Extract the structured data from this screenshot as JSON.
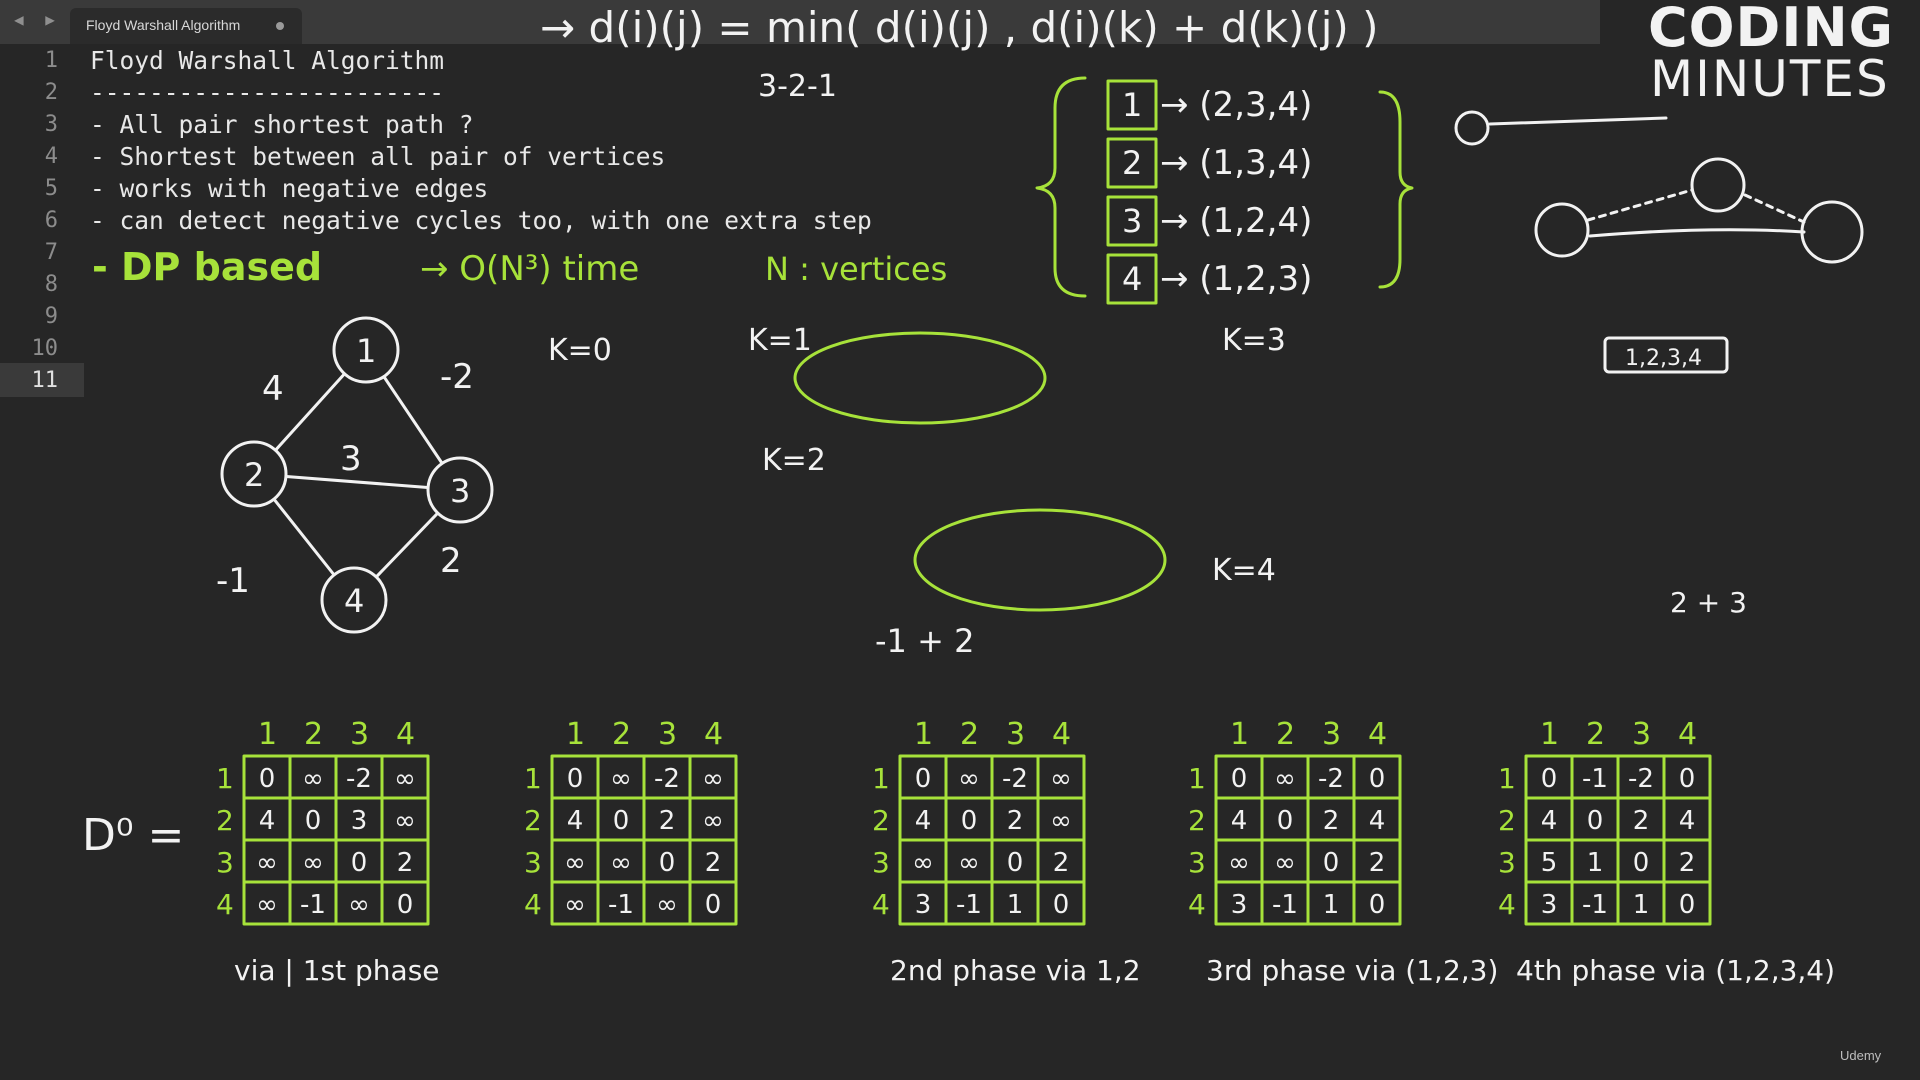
{
  "window": {
    "tab_title": "Floyd Warshall Algorithm",
    "nav": "◀ ▶"
  },
  "editor": {
    "line_numbers": [
      "1",
      "2",
      "3",
      "4",
      "5",
      "6",
      "7",
      "8",
      "9",
      "10",
      "11"
    ],
    "lines": [
      "Floyd Warshall Algorithm",
      "------------------------",
      "- All pair shortest path ?",
      "- Shortest between all pair of vertices",
      "- works with negative edges",
      "- can detect negative cycles too, with one extra step",
      "",
      "",
      "",
      "",
      ""
    ],
    "active_line": "11"
  },
  "logo": {
    "line1": "CODING",
    "line2": "MINUTES"
  },
  "watermark": "Udemy",
  "annotations": {
    "formula": "→ d(i)(j) = min( d(i)(j) , d(i)(k) + d(k)(j) )",
    "path_example": "3-2-1",
    "dp": "- DP based",
    "complexity": "→ O(N³) time",
    "n_def": "N : vertices",
    "reach": [
      {
        "node": "1",
        "others": "→ (2,3,4)"
      },
      {
        "node": "2",
        "others": "→ (1,3,4)"
      },
      {
        "node": "3",
        "others": "→ (1,2,4)"
      },
      {
        "node": "4",
        "others": "→ (1,2,3)"
      }
    ],
    "via": "1,2,3,4",
    "k_labels": [
      "K=0",
      "K=1",
      "K=2",
      "K=3",
      "K=4"
    ],
    "sum_a": "-1 + 2",
    "sum_b": "2 + 3"
  },
  "graph": {
    "nodes": [
      "1",
      "2",
      "3",
      "4"
    ],
    "edge_weights": [
      "4",
      "-2",
      "3",
      "2",
      "-1"
    ]
  },
  "matrices": {
    "d0_label": "D⁰ =",
    "col_headers": [
      "1",
      "2",
      "3",
      "4"
    ],
    "row_headers": [
      "1",
      "2",
      "3",
      "4"
    ],
    "list": [
      {
        "caption": "via | 1st phase",
        "rows": [
          [
            "0",
            "∞",
            "-2",
            "∞"
          ],
          [
            "4",
            "0",
            "3",
            "∞"
          ],
          [
            "∞",
            "∞",
            "0",
            "2"
          ],
          [
            "∞",
            "-1",
            "∞",
            "0"
          ]
        ]
      },
      {
        "caption": "",
        "rows": [
          [
            "0",
            "∞",
            "-2",
            "∞"
          ],
          [
            "4",
            "0",
            "2",
            "∞"
          ],
          [
            "∞",
            "∞",
            "0",
            "2"
          ],
          [
            "∞",
            "-1",
            "∞",
            "0"
          ]
        ]
      },
      {
        "caption": "2nd phase via 1,2",
        "rows": [
          [
            "0",
            "∞",
            "-2",
            "∞"
          ],
          [
            "4",
            "0",
            "2",
            "∞"
          ],
          [
            "∞",
            "∞",
            "0",
            "2"
          ],
          [
            "3",
            "-1",
            "1",
            "0"
          ]
        ]
      },
      {
        "caption": "3rd phase via (1,2,3)",
        "rows": [
          [
            "0",
            "∞",
            "-2",
            "0"
          ],
          [
            "4",
            "0",
            "2",
            "4"
          ],
          [
            "∞",
            "∞",
            "0",
            "2"
          ],
          [
            "3",
            "-1",
            "1",
            "0"
          ]
        ]
      },
      {
        "caption": "4th phase via (1,2,3,4)",
        "rows": [
          [
            "0",
            "-1",
            "-2",
            "0"
          ],
          [
            "4",
            "0",
            "2",
            "4"
          ],
          [
            "5",
            "1",
            "0",
            "2"
          ],
          [
            "3",
            "-1",
            "1",
            "0"
          ]
        ]
      }
    ]
  }
}
